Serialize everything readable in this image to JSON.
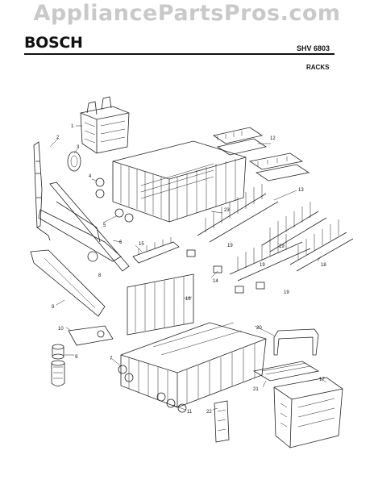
{
  "watermark": "AppliancePartsPros.com",
  "header": {
    "brand": "BOSCH",
    "model": "SHV 6803",
    "section": "RACKS"
  },
  "callouts": [
    "1",
    "2",
    "3",
    "4",
    "5",
    "6",
    "7",
    "8",
    "9",
    "10",
    "11",
    "12",
    "13",
    "14",
    "15",
    "16",
    "17",
    "18",
    "19",
    "20",
    "21",
    "22",
    "23"
  ],
  "callout_labels": {
    "c1": "1",
    "c2": "2",
    "c3": "3",
    "c4": "4",
    "c5": "5",
    "c6": "6",
    "c7": "7",
    "c8": "8",
    "c9a": "9",
    "c9b": "9",
    "c10": "10",
    "c11": "11",
    "c12": "12",
    "c13": "13",
    "c14": "14",
    "c15": "15",
    "c16": "16",
    "c17": "17",
    "c18": "18",
    "c19a": "19",
    "c19b": "19",
    "c19c": "19",
    "c19d": "19",
    "c20": "20",
    "c21": "21",
    "c22": "22",
    "c23": "23"
  }
}
